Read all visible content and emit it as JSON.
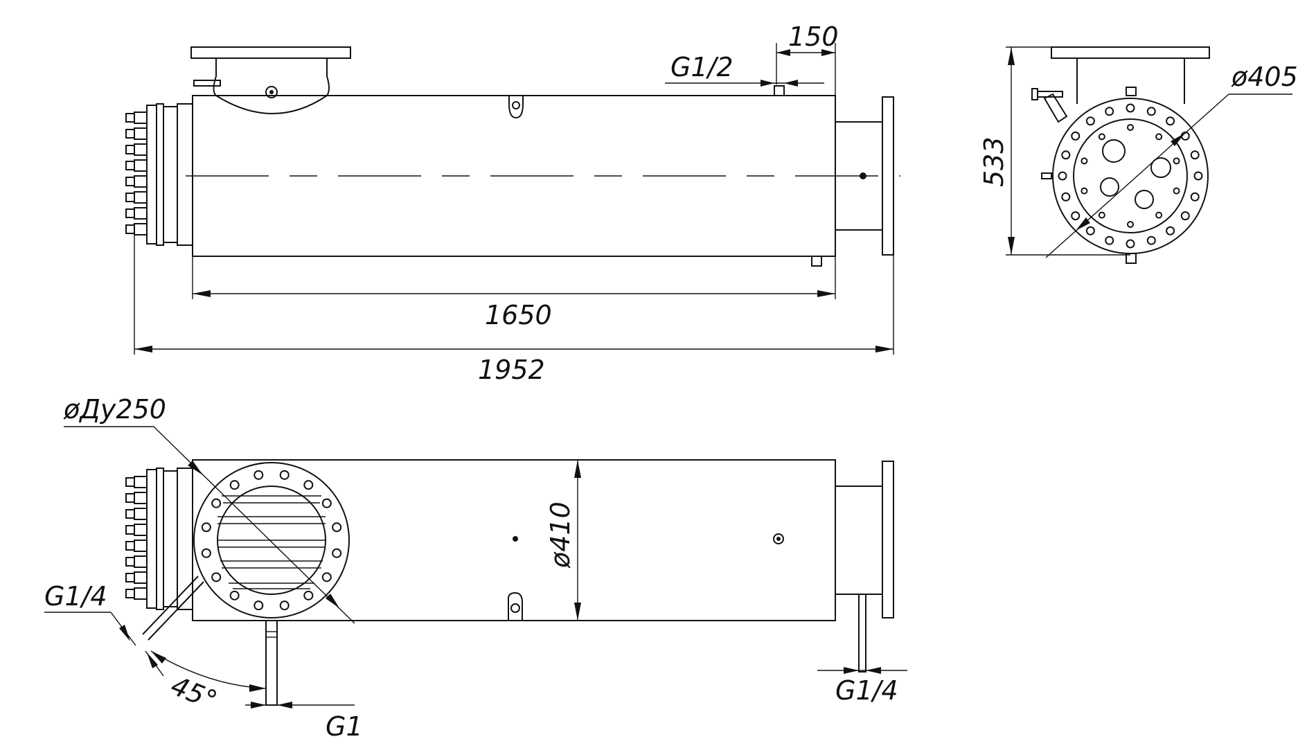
{
  "dimensions": {
    "body_length": "1650",
    "overall_length": "1952",
    "outlet_offset": "150",
    "port_top": "G1/2",
    "height": "533",
    "flange_diameter": "ø405",
    "inlet_nominal": "øДу250",
    "body_diameter": "ø410",
    "drain_left": "G1/4",
    "angle": "45°",
    "bottom_port": "G1",
    "drain_right": "G1/4"
  },
  "colors": {
    "line": "#111111",
    "background": "#ffffff"
  }
}
